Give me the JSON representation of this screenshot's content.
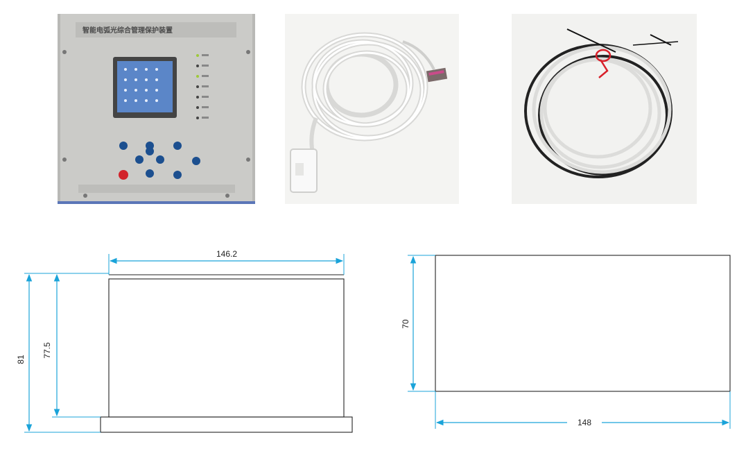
{
  "device_title": "智能电弧光综合管理保护装置",
  "photos": {
    "panel": "protection device front panel",
    "cable": "white connection cable with connector",
    "sensors": "arc light sensor cables"
  },
  "dimensions": {
    "front_width": "146.2",
    "front_height_total": "81",
    "front_height_body": "77.5",
    "top_height": "70",
    "top_width": "148"
  },
  "colors": {
    "dimension_line": "#1aa3d9",
    "outline": "#222222",
    "panel_face": "#c9c9c7",
    "lcd": "#5b86c8",
    "button": "#1c4f8f",
    "button_red": "#d2232a"
  }
}
